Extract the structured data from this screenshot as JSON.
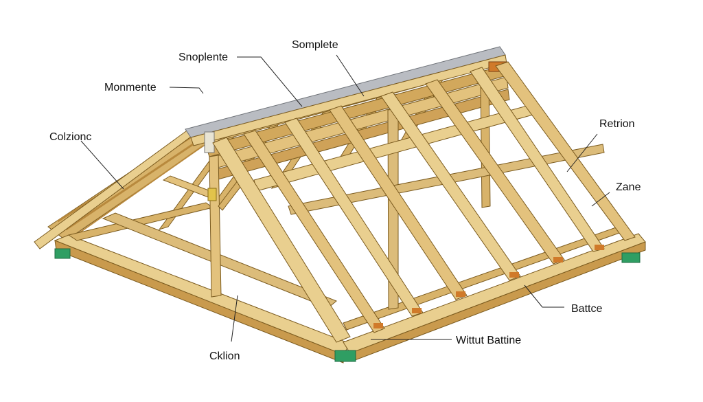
{
  "diagram": {
    "subject": "timber roof truss frame",
    "colors": {
      "wood_light": "#e9cf8f",
      "wood_mid": "#d8b36a",
      "wood_dark": "#b8893d",
      "wood_edge": "#7a5a1e",
      "ridge_metal": "#b9bcc2",
      "base_pad": "#2f9e63",
      "end_block": "#d07a2a"
    },
    "labels": {
      "snoplente": "Snoplente",
      "somplete": "Somplete",
      "monmente": "Monmente",
      "colzionc": "Colzionc",
      "retrion": "Retrion",
      "zane": "Zane",
      "battce": "Battce",
      "wittut_battine": "Wittut Battine",
      "cklion": "Cklion"
    }
  }
}
